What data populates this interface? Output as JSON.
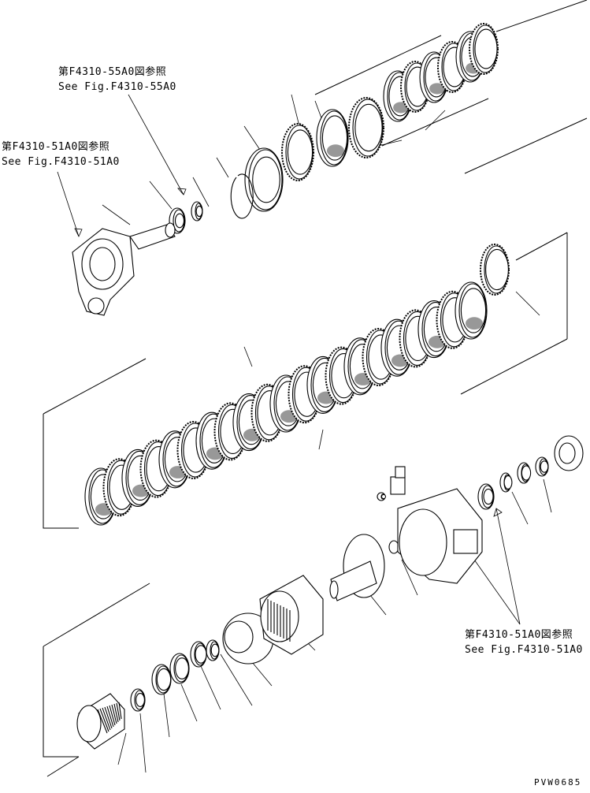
{
  "references": [
    {
      "id": "ref-55a0",
      "jp": "第F4310-55A0図参照",
      "en": "See Fig.F4310-55A0"
    },
    {
      "id": "ref-51a0-left",
      "jp": "第F4310-51A0図参照",
      "en": "See Fig.F4310-51A0"
    },
    {
      "id": "ref-51a0-right",
      "jp": "第F4310-51A0図参照",
      "en": "See Fig.F4310-51A0"
    }
  ],
  "drawing_code": "PVW0685",
  "colors": {
    "line": "#000000",
    "background": "#ffffff",
    "hatch": "#444444"
  }
}
